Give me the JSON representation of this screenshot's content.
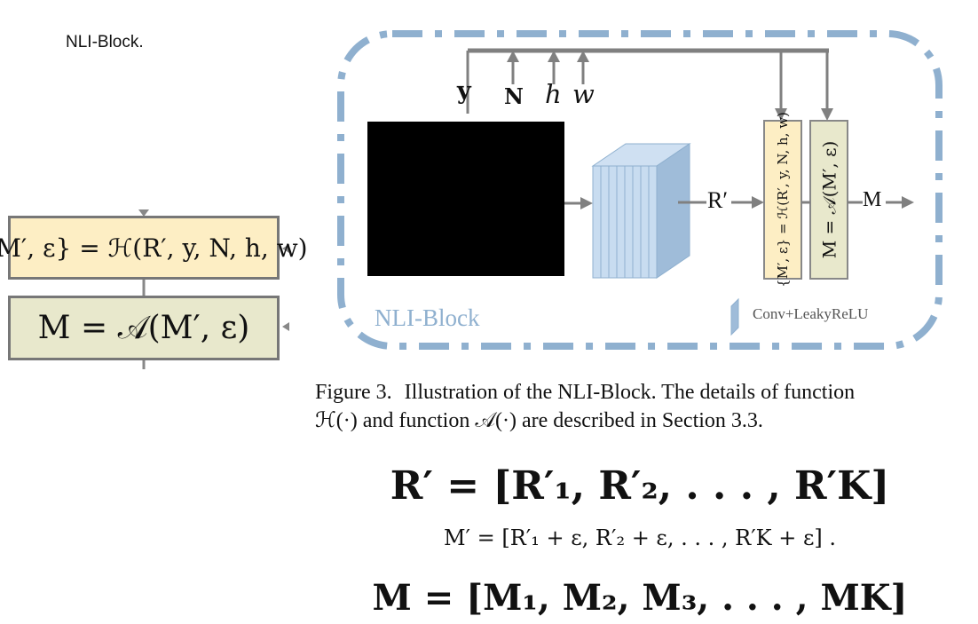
{
  "top_label": "NLI-Block.",
  "left_panel": {
    "box_h_text": "{M′, ε} = ℋ(R′, y, N, h, w)",
    "box_a_text": "M = 𝒜(M′, ε)"
  },
  "diagram": {
    "inputs": [
      "y",
      "N",
      "h",
      "w"
    ],
    "r_prime_label": "R′",
    "box_h_text": "{M′, ε} = ℋ(R′, y, N, h, w)",
    "box_a_text": "M = 𝒜(M′, ε)",
    "m_label": "M",
    "block_label": "NLI-Block",
    "legend_label": "Conv+LeakyReLU"
  },
  "caption": {
    "figure_label": "Figure 3.",
    "line1": "Illustration of the NLI-Block. The details of function",
    "line2": "ℋ(·) and function 𝒜(·) are described in Section 3.3."
  },
  "equations": {
    "r_prime": "R′  =  [R′₁, R′₂, . . . , R′K]",
    "m_prime": "M′ = [R′₁ + ε, R′₂ + ε, . . . , R′K + ε] .",
    "m": "M = [M₁, M₂, M₃, . . . , MK]"
  },
  "colors": {
    "dash_border": "#8fb0cf",
    "box_h_fill": "#fdeec4",
    "box_a_fill": "#e8e8cc",
    "feature_block": "#b9d3ec",
    "arrow": "#808080",
    "image_placeholder": "#000000"
  }
}
